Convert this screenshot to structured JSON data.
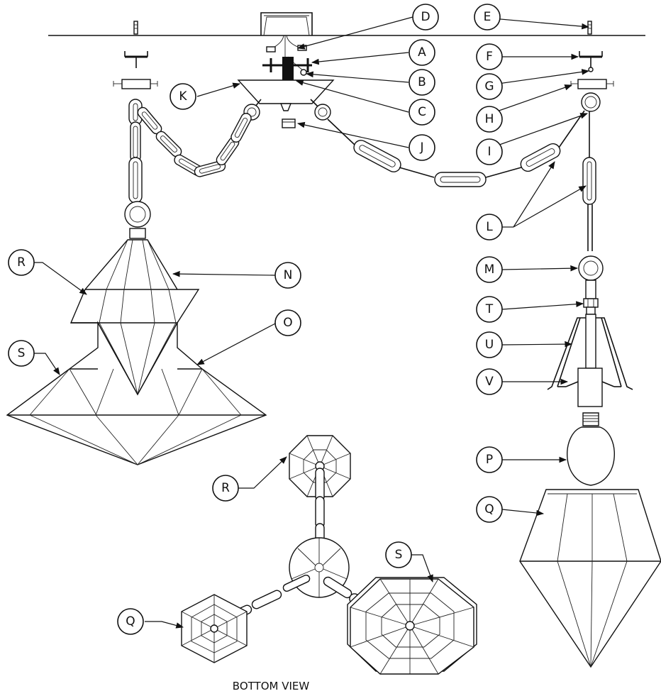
{
  "callouts": {
    "A": "A",
    "B": "B",
    "C": "C",
    "D": "D",
    "E": "E",
    "F": "F",
    "G": "G",
    "H": "H",
    "I": "I",
    "J": "J",
    "K": "K",
    "L": "L",
    "M": "M",
    "N": "N",
    "O": "O",
    "P": "P",
    "Q": "Q",
    "R": "R",
    "S": "S",
    "T": "T",
    "U": "U",
    "V": "V"
  },
  "bottom_view_label": "BOTTOM VIEW"
}
